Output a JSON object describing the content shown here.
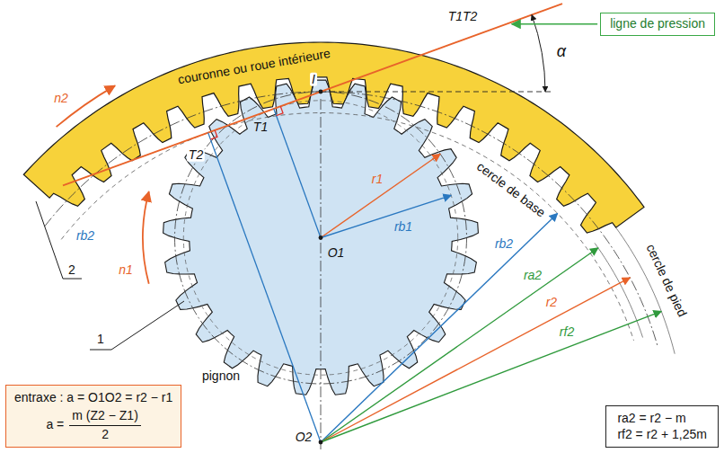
{
  "diagram": {
    "nodes": [
      {
        "text": [
          "ligne de pression"
        ]
      },
      {
        "text": [
          "entraxe : a = O1O2 = r2 − r1",
          "a =",
          "m (Z2 − Z1)",
          "2"
        ]
      },
      {
        "text": [
          "ra2 = r2 − m",
          "rf2 = r2 + 1,25m"
        ]
      }
    ],
    "labels": [
      "couronne ou roue intérieure",
      "T1T2",
      "α",
      "I",
      "n2",
      "T1",
      "T2",
      "r1",
      "rb1",
      "O1",
      "rb2",
      "2",
      "n1",
      "1",
      "pignon",
      "cercle de base",
      "cercle de pied",
      "rb2",
      "ra2",
      "r2",
      "rf2",
      "O2"
    ]
  }
}
